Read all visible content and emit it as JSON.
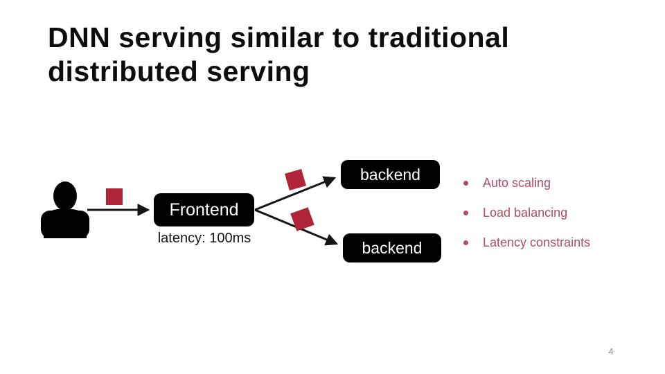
{
  "slide": {
    "title": "DNN serving similar to traditional distributed serving",
    "page_number": "4"
  },
  "diagram": {
    "frontend": {
      "label": "Frontend"
    },
    "latency_label": "latency: 100ms",
    "backend_top": {
      "label": "backend"
    },
    "backend_bottom": {
      "label": "backend"
    },
    "arrows": [
      "user -> frontend",
      "frontend -> backend (top)",
      "frontend -> backend (bottom)"
    ],
    "icons": {
      "user": "person-silhouette-icon",
      "request_marker": "red-square"
    }
  },
  "bullets": [
    {
      "label": "Auto scaling"
    },
    {
      "label": "Load balancing"
    },
    {
      "label": "Latency constraints"
    }
  ],
  "colors": {
    "accent_red": "#b0243a",
    "bullet_text": "#ad4f62",
    "node_black": "#000000",
    "title_black": "#0d0d0d",
    "page_num": "#8a8a8a"
  }
}
